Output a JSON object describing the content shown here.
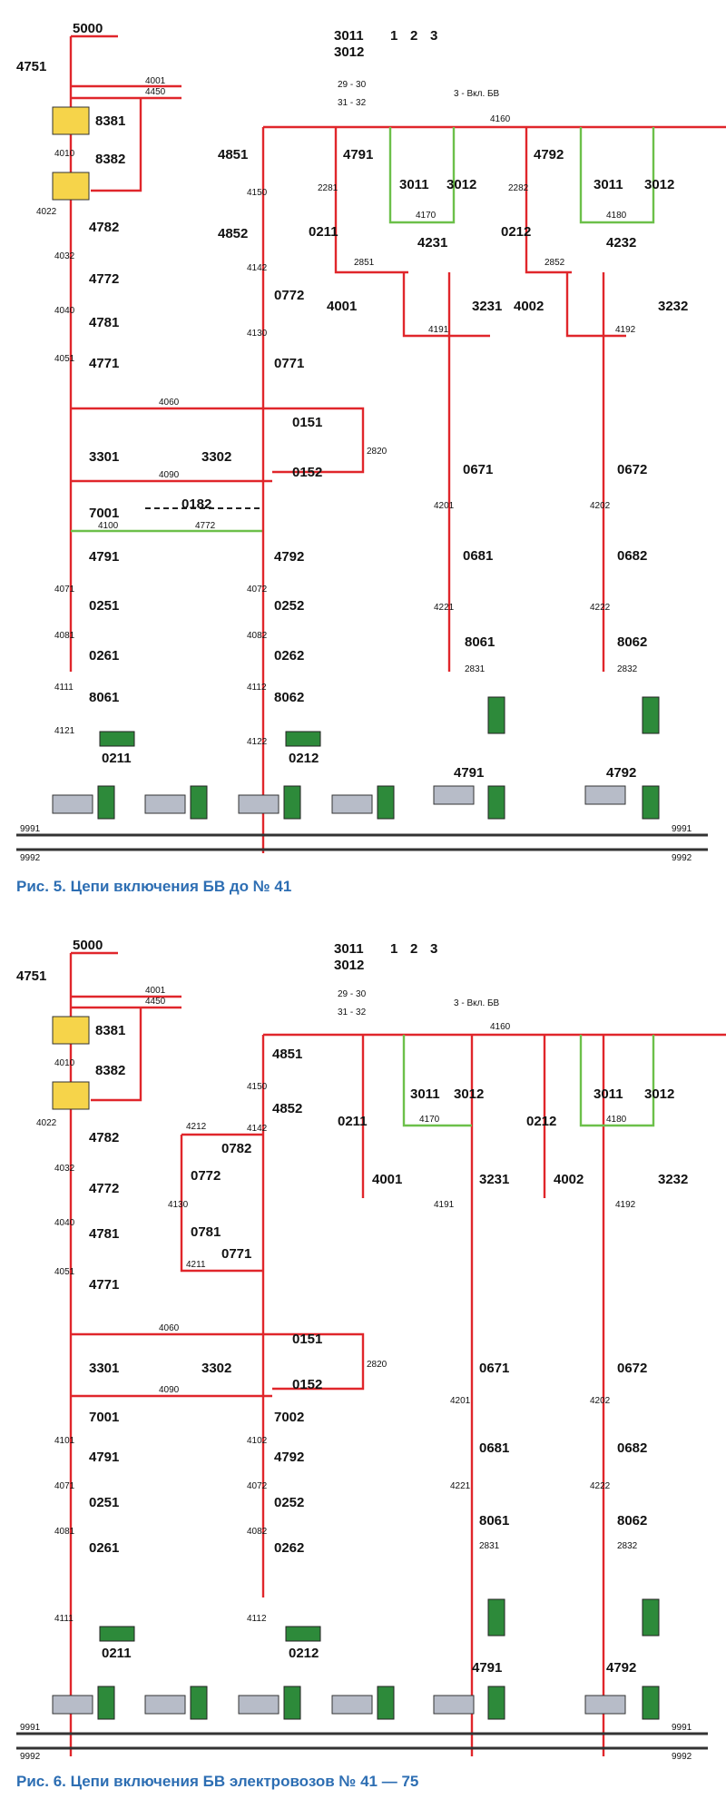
{
  "diagrams": [
    {
      "caption": "Рис. 5. Цепи включения БВ до № 41",
      "left_column": [
        "5000",
        "4751",
        "4001",
        "4450",
        "8381",
        "4010",
        "8382",
        "4022",
        "4782",
        "4032",
        "4772",
        "4040",
        "4781",
        "4051",
        "4771",
        "3301",
        "4060",
        "4090",
        "7001",
        "0182",
        "4100",
        "4772",
        "4791",
        "4071",
        "0251",
        "4081",
        "0261",
        "4111",
        "8061",
        "4121",
        "0211"
      ],
      "mid_column": [
        "4851",
        "4150",
        "4852",
        "4142",
        "0772",
        "4130",
        "0771",
        "0151",
        "3302",
        "0152",
        "2820",
        "4792",
        "4072",
        "0252",
        "4082",
        "0262",
        "4112",
        "8062",
        "4122",
        "0212"
      ],
      "legend": {
        "top": [
          "3011",
          "3012"
        ],
        "cols": [
          "1",
          "2",
          "3"
        ],
        "rows": [
          "29 - 30",
          "31 - 32"
        ],
        "note": "3 - Вкл. БВ"
      },
      "right_a": [
        "4160",
        "4791",
        "2281",
        "0211",
        "3011",
        "3012",
        "4170",
        "4231",
        "2851",
        "4001",
        "3231",
        "4191",
        "0671",
        "4201",
        "0681",
        "4221",
        "8061",
        "2831",
        "4791"
      ],
      "right_b": [
        "4792",
        "2282",
        "0212",
        "3011",
        "3012",
        "4180",
        "4232",
        "2852",
        "4002",
        "3232",
        "4192",
        "0672",
        "4202",
        "0682",
        "4222",
        "8062",
        "2832",
        "4792"
      ],
      "buses": [
        "9991",
        "9992"
      ]
    },
    {
      "caption": "Рис. 6. Цепи включения БВ электровозов № 41 — 75",
      "left_column": [
        "5000",
        "4751",
        "4001",
        "4450",
        "8381",
        "4010",
        "8382",
        "4022",
        "4782",
        "4032",
        "4772",
        "4040",
        "4781",
        "4051",
        "4771",
        "3301",
        "4060",
        "4090",
        "7001",
        "4101",
        "4791",
        "4071",
        "0251",
        "4081",
        "0261",
        "4111",
        "0211"
      ],
      "mid_column": [
        "4851",
        "4150",
        "4852",
        "4142",
        "4212",
        "0782",
        "0772",
        "4130",
        "0781",
        "4211",
        "0771",
        "0151",
        "3302",
        "0152",
        "2820",
        "7002",
        "4102",
        "4792",
        "4072",
        "0252",
        "4082",
        "0262",
        "4112",
        "0212"
      ],
      "legend": {
        "top": [
          "3011",
          "3012"
        ],
        "cols": [
          "1",
          "2",
          "3"
        ],
        "rows": [
          "29 - 30",
          "31 - 32"
        ],
        "note": "3 - Вкл. БВ"
      },
      "right_a": [
        "4160",
        "0211",
        "3011",
        "3012",
        "4170",
        "4001",
        "3231",
        "4191",
        "0671",
        "4201",
        "0681",
        "4221",
        "8061",
        "2831",
        "4791"
      ],
      "right_b": [
        "0212",
        "3011",
        "3012",
        "4180",
        "4002",
        "3232",
        "4192",
        "0672",
        "4202",
        "0682",
        "4222",
        "8062",
        "2832",
        "4792"
      ],
      "buses": [
        "9991",
        "9992"
      ]
    }
  ]
}
